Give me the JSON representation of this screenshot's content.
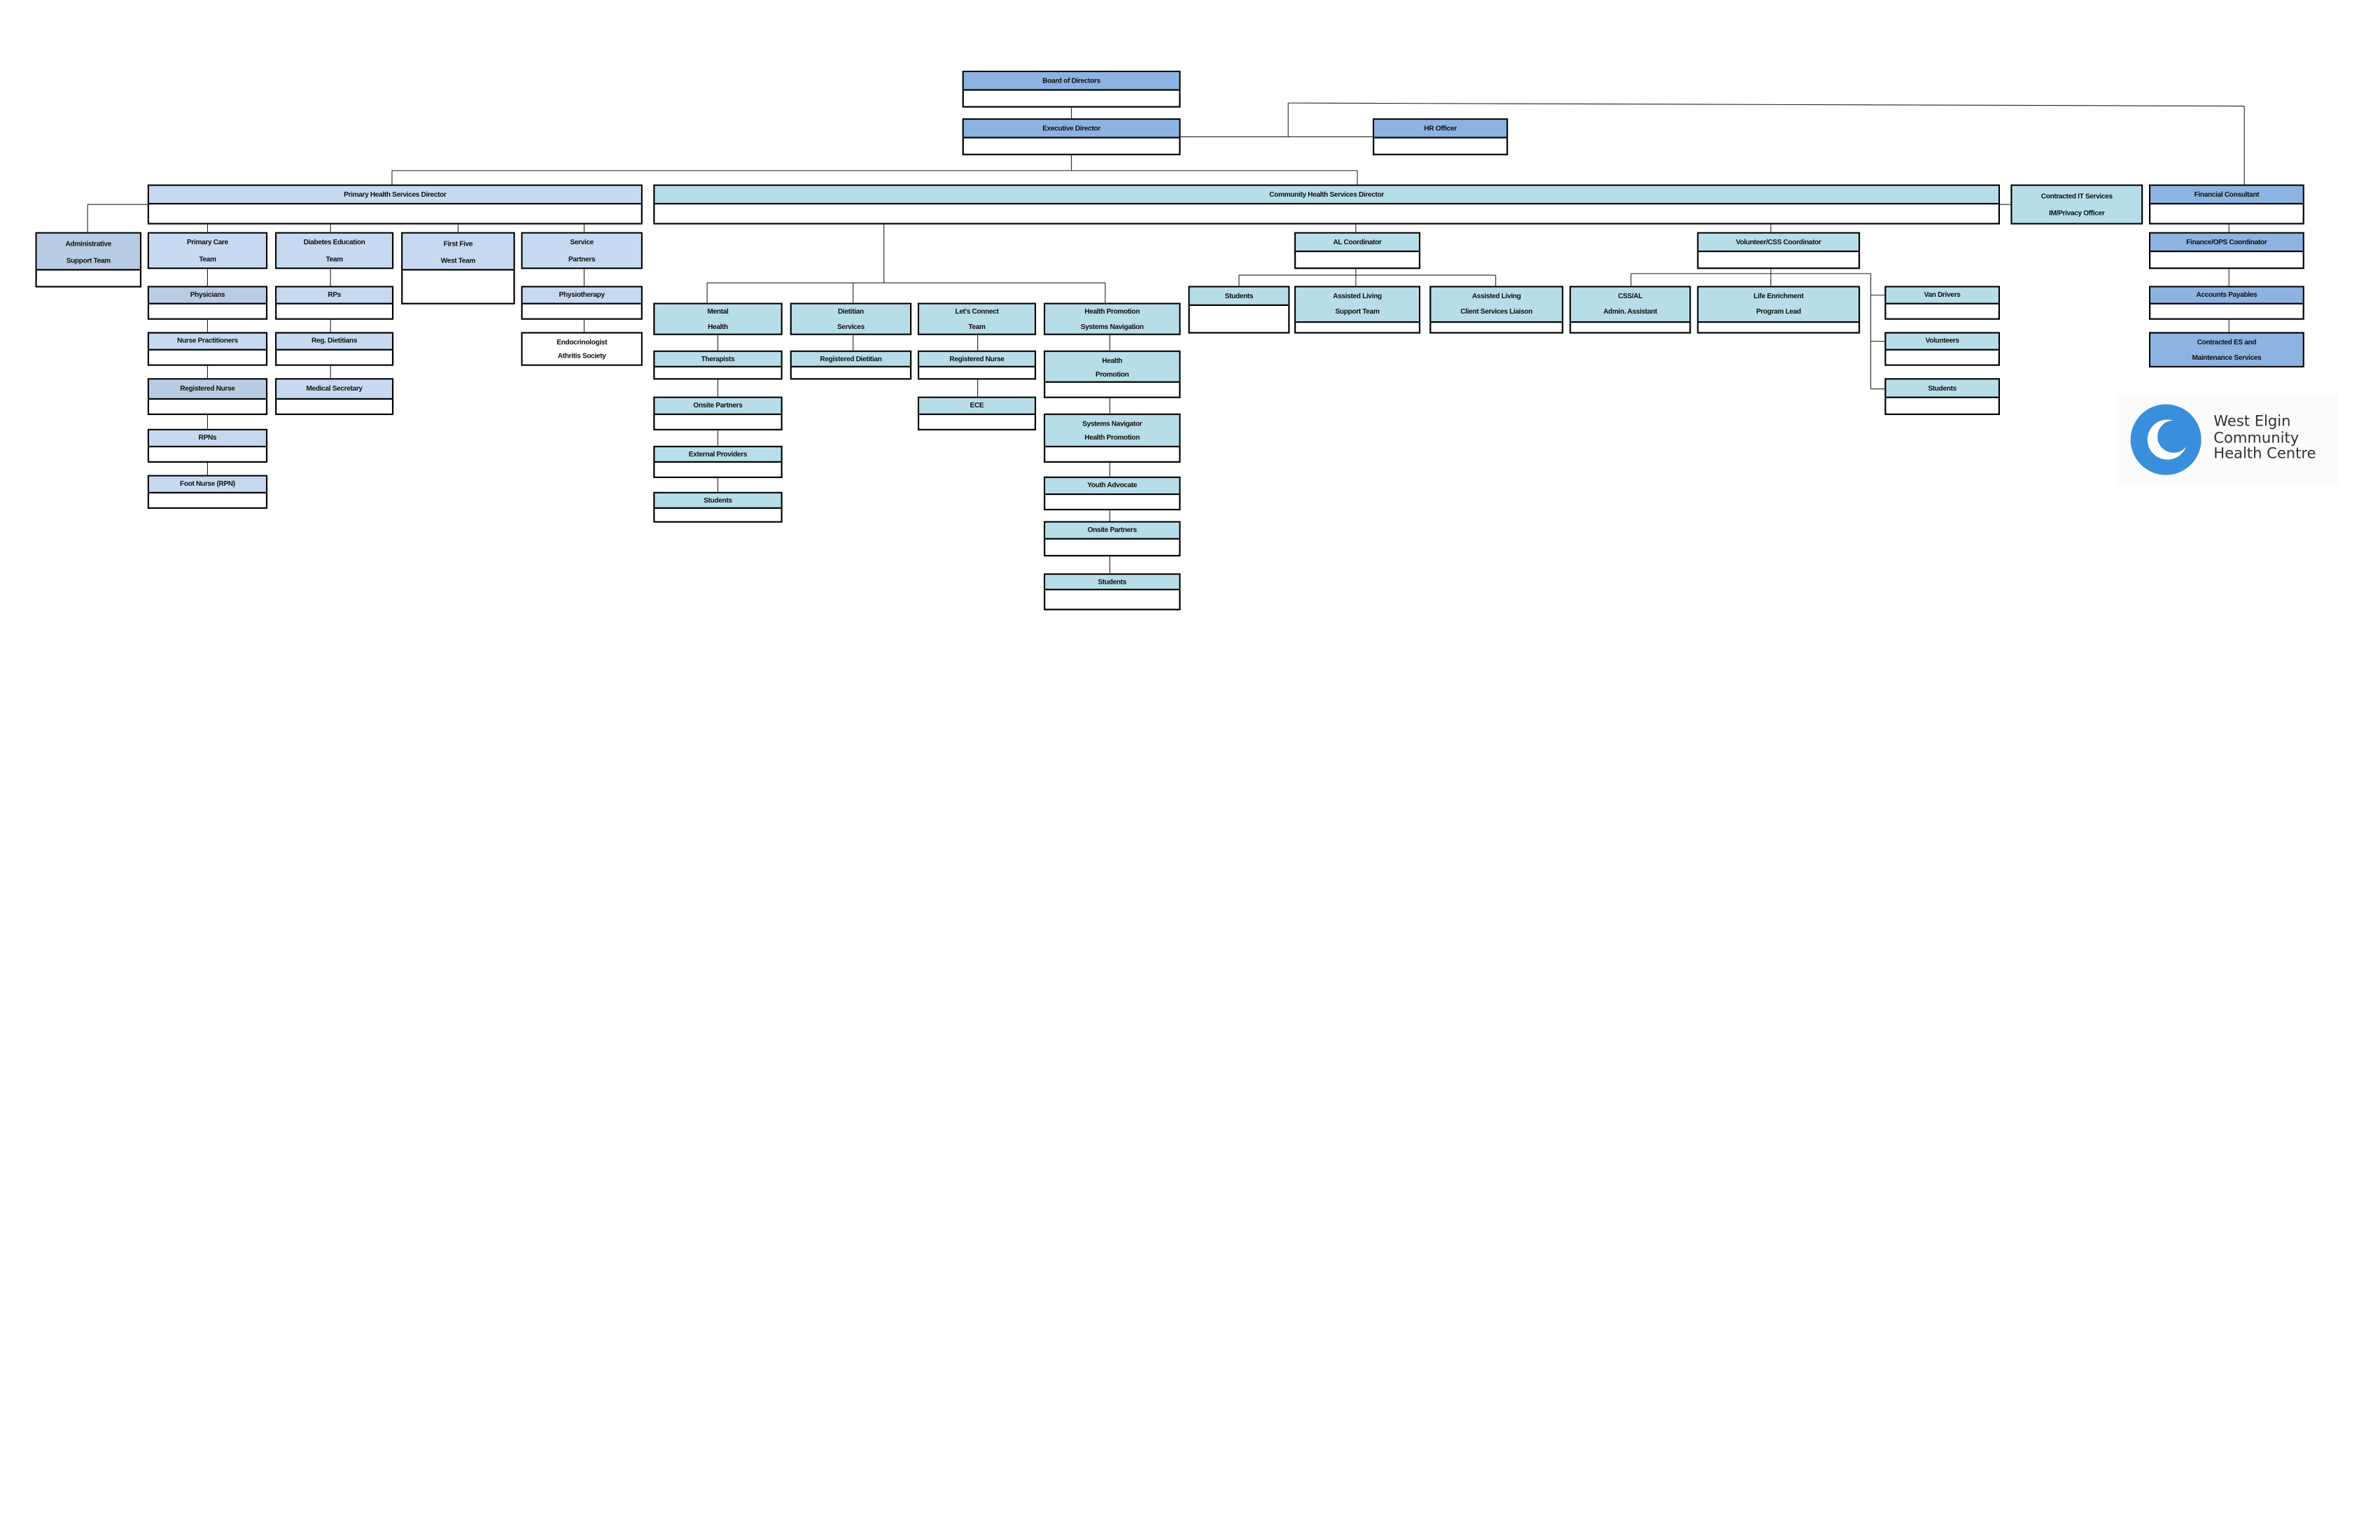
{
  "top": {
    "board": "Board of Directors",
    "exec": "Executive Director",
    "hr": "HR Officer",
    "financial": "Financial Consultant",
    "it": [
      "Contracted IT Services",
      "IM/Privacy Officer"
    ]
  },
  "primary": {
    "director": "Primary Health Services Director",
    "admin": [
      "Administrative",
      "Support Team"
    ],
    "primary_care": [
      "Primary Care",
      "Team"
    ],
    "diabetes": [
      "Diabetes Education",
      "Team"
    ],
    "first_five": [
      "First Five",
      "West Team"
    ],
    "service_partners": [
      "Service",
      "Partners"
    ],
    "primary_care_chain": [
      "Physicians",
      "Nurse Practitioners",
      "Registered Nurse",
      "RPNs",
      "Foot Nurse (RPN)"
    ],
    "diabetes_chain": [
      "RPs",
      "Reg. Dietitians",
      "Medical Secretary"
    ],
    "physiotherapy": "Physiotherapy",
    "endocrinologist": [
      "Endocrinologist",
      "Athritis Society"
    ]
  },
  "community": {
    "director": "Community Health Services Director",
    "mental_health": [
      "Mental",
      "Health"
    ],
    "dietitian": [
      "Dietitian",
      "Services"
    ],
    "lets_connect": [
      "Let's Connect",
      "Team"
    ],
    "hp_nav": [
      "Health Promotion",
      "Systems Navigation"
    ],
    "mental_chain": [
      "Therapists",
      "Onsite Partners",
      "External Providers",
      "Students"
    ],
    "registered_dietitian": "Registered Dietitian",
    "lets_connect_chain": [
      "Registered Nurse",
      "ECE"
    ],
    "health_promotion": [
      "Health",
      "Promotion"
    ],
    "systems_navigator": [
      "Systems Navigator",
      "Health Promotion"
    ],
    "hp_chain": [
      "Youth Advocate",
      "Onsite Partners",
      "Students"
    ],
    "al_coordinator": "AL Coordinator",
    "al_students": "Students",
    "al_support": [
      "Assisted Living",
      "Support Team"
    ],
    "al_liaison": [
      "Assisted Living",
      "Client Services Liaison"
    ],
    "vol_coordinator": "Volunteer/CSS Coordinator",
    "css_admin": [
      "CSS/AL",
      "Admin. Assistant"
    ],
    "life_enrichment": [
      "Life Enrichment",
      "Program Lead"
    ],
    "vol_chain": [
      "Van Drivers",
      "Volunteers",
      "Students"
    ]
  },
  "finance": {
    "chain": [
      "Finance/OPS Coordinator",
      "Accounts Payables"
    ],
    "es": [
      "Contracted ES and",
      "Maintenance Services"
    ]
  },
  "logo": {
    "lines": [
      "West Elgin",
      "Community",
      "Health Centre"
    ]
  },
  "colors": {
    "executive": "#8db3e2",
    "primary": "#c6d9f1",
    "community": "#b7dde8",
    "logo": "#3a8fdc"
  }
}
